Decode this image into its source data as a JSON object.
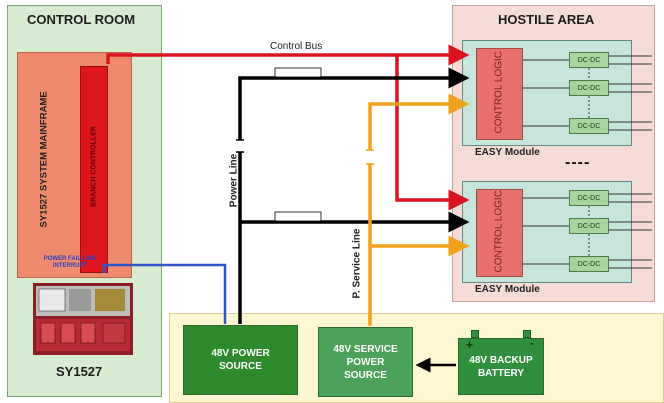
{
  "control_room": {
    "title": "CONTROL ROOM",
    "mainframe_label": "SY1527 SYSTEM MAINFRAME",
    "branch_controller_label": "BRANCH CONTROLLER",
    "power_fail_label": "POWER FAIL LINE INTERRUPT",
    "crate_label": "SY1527"
  },
  "hostile_area": {
    "title": "HOSTILE AREA",
    "modules": [
      {
        "control_label": "CONTROL LOGIC",
        "module_label": "EASY Module",
        "dcdc": [
          "DC-DC",
          "DC-DC",
          "DC-DC"
        ]
      },
      {
        "control_label": "CONTROL LOGIC",
        "module_label": "EASY Module",
        "dcdc": [
          "DC-DC",
          "DC-DC",
          "DC-DC"
        ]
      }
    ],
    "separator": "----"
  },
  "wires": {
    "control_bus": "Control Bus",
    "power_line": "Power Line",
    "service_line": "P. Service Line"
  },
  "sources": {
    "power": "48V POWER SOURCE",
    "service": "48V SERVICE POWER SOURCE",
    "battery": "48V BACKUP BATTERY",
    "battery_plus": "+",
    "battery_minus": "-"
  },
  "colors": {
    "control_bus": "#d9141e",
    "power_line": "#000000",
    "service_line": "#f0a21c",
    "interrupt_line": "#2f55c7",
    "power_source": "#2d8a2d",
    "service_source": "#4da25a",
    "battery": "#2f8f3d"
  }
}
